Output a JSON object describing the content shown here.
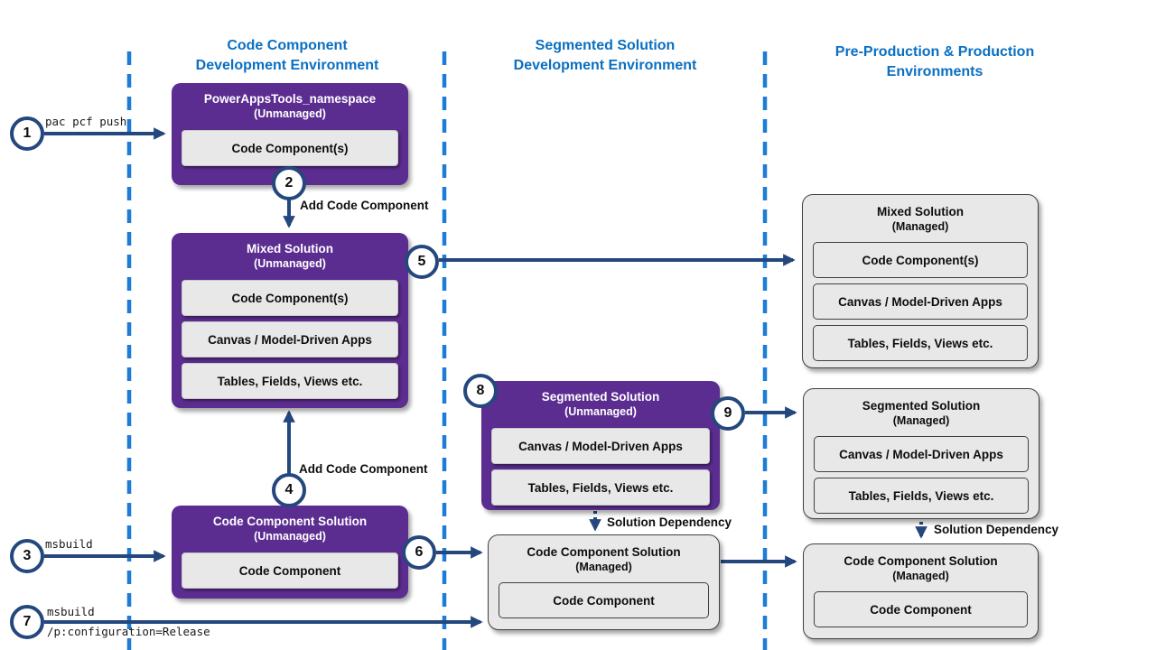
{
  "diagram": {
    "column_headers": [
      {
        "line1": "Code Component",
        "line2": "Development Environment"
      },
      {
        "line1": "Segmented Solution",
        "line2": "Development Environment"
      },
      {
        "line1": "Pre-Production & Production",
        "line2": "Environments"
      }
    ],
    "steps": [
      "1",
      "2",
      "3",
      "4",
      "5",
      "6",
      "7",
      "8",
      "9"
    ],
    "boxes": {
      "powerapps_namespace": {
        "title": "PowerAppsTools_namespace",
        "subtitle": "(Unmanaged)",
        "items": [
          "Code Component(s)"
        ]
      },
      "mixed_unmanaged": {
        "title": "Mixed Solution",
        "subtitle": "(Unmanaged)",
        "items": [
          "Code Component(s)",
          "Canvas / Model-Driven Apps",
          "Tables, Fields, Views etc."
        ]
      },
      "code_component_unmanaged": {
        "title": "Code Component Solution",
        "subtitle": "(Unmanaged)",
        "items": [
          "Code Component"
        ]
      },
      "segmented_unmanaged": {
        "title": "Segmented Solution",
        "subtitle": "(Unmanaged)",
        "items": [
          "Canvas / Model-Driven Apps",
          "Tables, Fields, Views etc."
        ]
      },
      "code_component_managed_mid": {
        "title": "Code Component Solution",
        "subtitle": "(Managed)",
        "items": [
          "Code Component"
        ]
      },
      "mixed_managed": {
        "title": "Mixed Solution",
        "subtitle": "(Managed)",
        "items": [
          "Code Component(s)",
          "Canvas / Model-Driven Apps",
          "Tables, Fields, Views etc."
        ]
      },
      "segmented_managed": {
        "title": "Segmented Solution",
        "subtitle": "(Managed)",
        "items": [
          "Canvas / Model-Driven Apps",
          "Tables, Fields, Views etc."
        ]
      },
      "code_component_managed_right": {
        "title": "Code Component Solution",
        "subtitle": "(Managed)",
        "items": [
          "Code Component"
        ]
      }
    },
    "labels": {
      "pac_pcf_push": "pac pcf push",
      "msbuild": "msbuild",
      "msbuild_release_line1": "msbuild",
      "msbuild_release_line2": "/p:configuration=Release",
      "add_code_component_top": "Add Code Component",
      "add_code_component_bottom": "Add Code Component",
      "solution_dependency_mid": "Solution Dependency",
      "solution_dependency_right": "Solution Dependency"
    },
    "colors": {
      "header_blue": "#0A6FC2",
      "divider_blue": "#1C7CD6",
      "solution_purple": "#5C2D91",
      "arrow_navy": "#24477E",
      "managed_gray": "#E8E8E8"
    }
  }
}
